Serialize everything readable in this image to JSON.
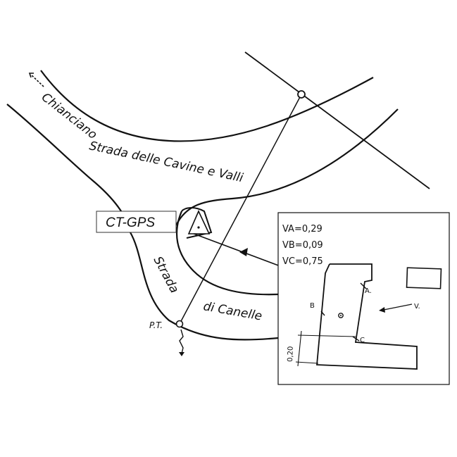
{
  "roads": {
    "chianciano_label": "Chianciano",
    "cavine_label": "Strada delle Cavine e Valli",
    "canelle_label_1": "Strada",
    "canelle_label_2": "di Canelle"
  },
  "station": {
    "ct_gps_label": "CT-GPS",
    "point_label": "P.T."
  },
  "inset": {
    "va": "VA=0,29",
    "vb": "VB=0,09",
    "vc": "VC=0,75",
    "label_a": "A.",
    "label_b": "B",
    "label_c": "C",
    "label_v": "V.",
    "dimension": "0,20"
  }
}
